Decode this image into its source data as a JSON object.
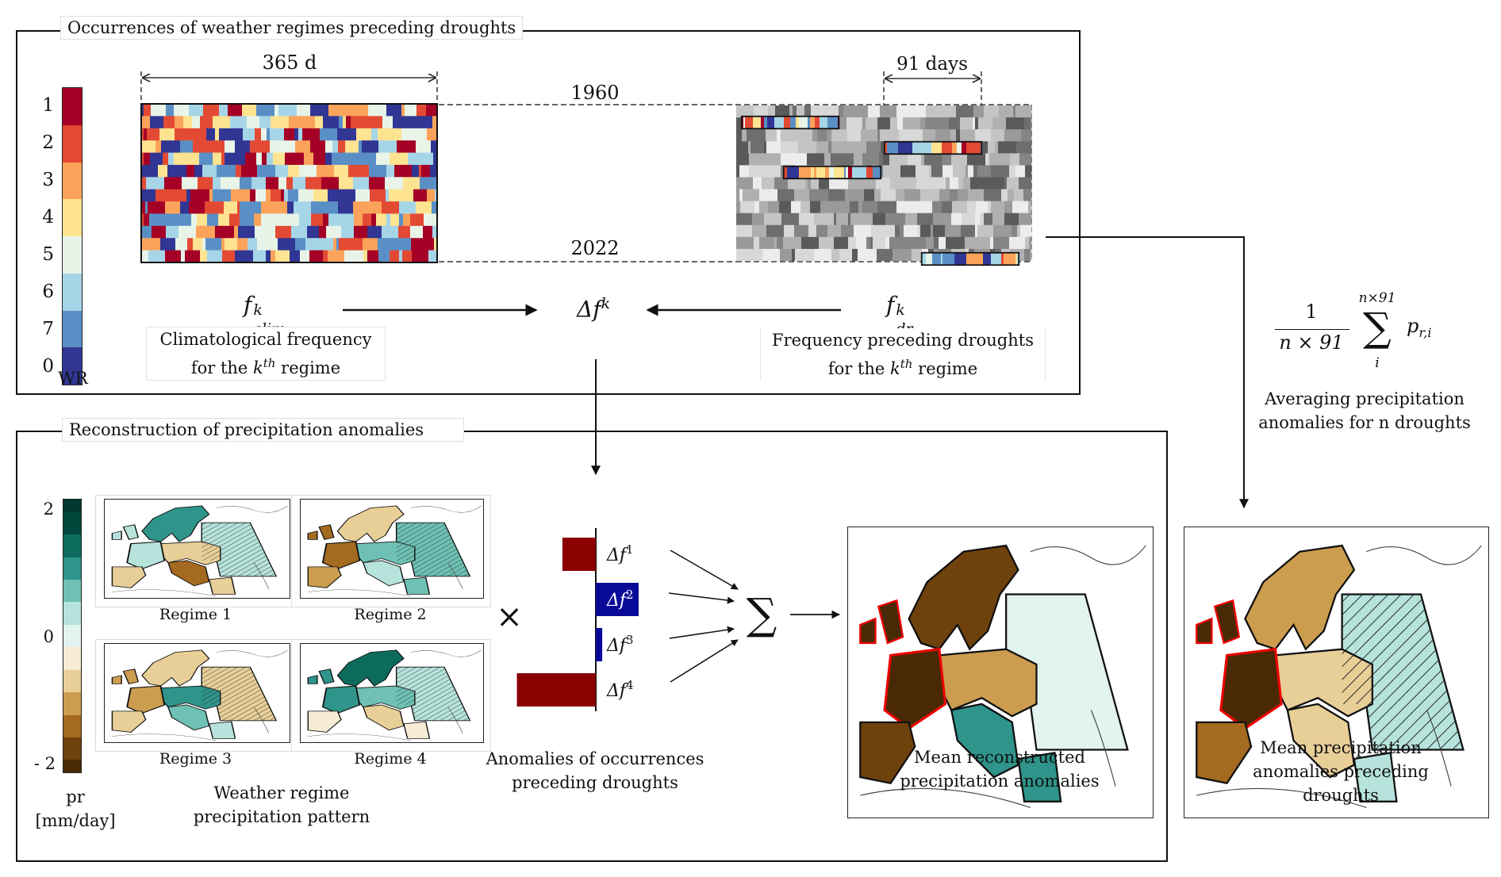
{
  "top_section": {
    "title": "Occurrences of weather regimes preceding droughts",
    "span_365": "365 d",
    "span_91": "91 days",
    "year_start": "1960",
    "year_end": "2022",
    "f_clim": {
      "base": "f",
      "sup": "k",
      "sub": "clim"
    },
    "f_dr": {
      "base": "f",
      "sup": "k",
      "sub": "dr"
    },
    "delta_f": {
      "base": "Δf",
      "sup": "k"
    },
    "clim_caption": {
      "line1": "Climatological frequency",
      "line2_pre": "for the ",
      "line2_k": "k",
      "line2_sup": "th",
      "line2_post": " regime"
    },
    "dr_caption": {
      "line1": "Frequency preceding droughts",
      "line2_pre": "for the ",
      "line2_k": "k",
      "line2_sup": "th",
      "line2_post": " regime"
    }
  },
  "wr_colorbar": {
    "label": "WR",
    "ticks": [
      "1",
      "2",
      "3",
      "4",
      "5",
      "6",
      "7",
      "0"
    ],
    "colors": [
      "#a50026",
      "#e34a33",
      "#fca35b",
      "#fee391",
      "#e8f4e8",
      "#a6d5e8",
      "#5a8fc6",
      "#313695"
    ]
  },
  "averaging": {
    "numerator": "1",
    "denominator": "n × 91",
    "sum_upper": "n×91",
    "sum_lower": "i",
    "sum_symbol": "∑",
    "term": "p",
    "term_sub": "r,i",
    "caption_line1": "Averaging precipitation",
    "caption_line2": "anomalies for n droughts"
  },
  "bottom_section": {
    "title": "Reconstruction of precipitation anomalies",
    "pr_colorbar": {
      "label_line1": "pr",
      "label_line2": "[mm/day]",
      "tick_top": "2",
      "tick_mid": "0",
      "tick_bottom": "- 2",
      "colors": [
        "#01382f",
        "#01473b",
        "#0d6b5e",
        "#2f948a",
        "#6ec1b4",
        "#b6e3db",
        "#e3f3ef",
        "#f6ecd6",
        "#e8cf98",
        "#cc9d4f",
        "#a46a1f",
        "#6f410c",
        "#4a2a06"
      ]
    },
    "regimes": [
      "Regime 1",
      "Regime 2",
      "Regime 3",
      "Regime 4"
    ],
    "regime_caption_line1": "Weather regime",
    "regime_caption_line2": "precipitation pattern",
    "times_symbol": "×",
    "anomaly_bars": [
      {
        "label_base": "Δf",
        "label_sup": "1",
        "value": -0.55,
        "color": "#8b0000"
      },
      {
        "label_base": "Δf",
        "label_sup": "2",
        "value": 1.0,
        "color": "#0a0a9a"
      },
      {
        "label_base": "Δf",
        "label_sup": "3",
        "value": 0.15,
        "color": "#0a0a9a"
      },
      {
        "label_base": "Δf",
        "label_sup": "4",
        "value": -1.3,
        "color": "#8b0000"
      }
    ],
    "anomalies_caption_line1": "Anomalies of occurrences",
    "anomalies_caption_line2": "preceding droughts",
    "sum_symbol": "∑",
    "reconstructed_caption_line1": "Mean reconstructed",
    "reconstructed_caption_line2": "precipitation anomalies"
  },
  "observed": {
    "caption_line1": "Mean precipitation",
    "caption_line2": "anomalies preceding",
    "caption_line3": "droughts"
  }
}
